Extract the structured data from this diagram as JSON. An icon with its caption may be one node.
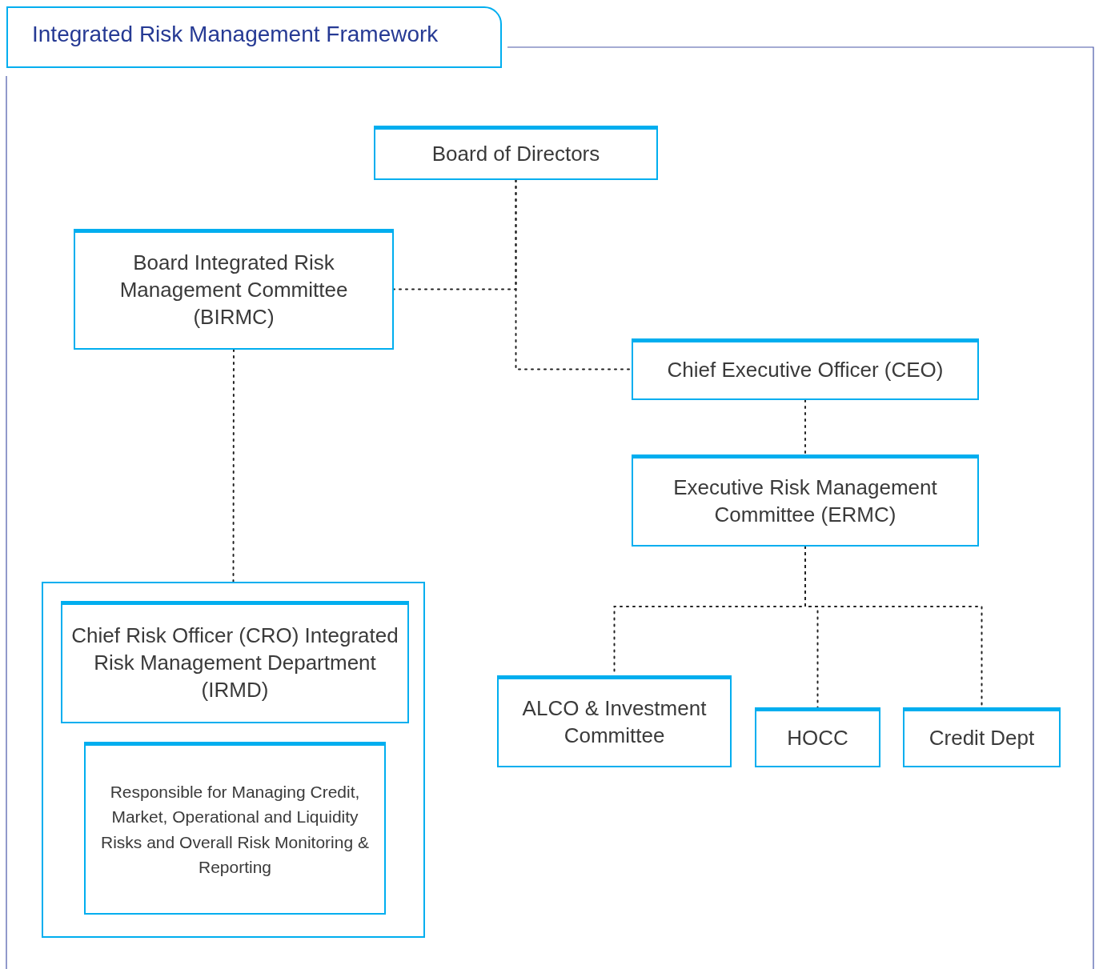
{
  "diagram": {
    "title": "Integrated Risk Management Framework",
    "nodes": [
      {
        "text": [
          "Board of Directors"
        ]
      },
      {
        "text": [
          "Board Integrated Risk Management Committee (BIRMC)"
        ]
      },
      {
        "text": [
          "Chief Executive Officer (CEO)"
        ]
      },
      {
        "text": [
          "Executive Risk Management Committee (ERMC)"
        ]
      },
      {
        "text": [],
        "shape": "box"
      },
      {
        "text": [
          "Chief Risk Officer (CRO) Integrated Risk Management Department (IRMD)"
        ],
        "in": 4
      },
      {
        "text": [
          "Responsible for Managing Credit, Market, Operational and Liquidity Risks and Overall Risk Monitoring & Reporting"
        ],
        "in": 4
      },
      {
        "text": [
          "ALCO & Investment Committee"
        ]
      },
      {
        "text": [
          "HOCC"
        ]
      },
      {
        "text": [
          "Credit Dept"
        ]
      }
    ],
    "edges": [
      {
        "from": 0,
        "to": 2,
        "arrow": "none",
        "style": "dashed"
      },
      {
        "from": 0,
        "to": 1,
        "arrow": "none",
        "style": "dashed"
      },
      {
        "from": 1,
        "to": 4,
        "arrow": "none",
        "style": "dashed"
      },
      {
        "from": 2,
        "to": 3,
        "arrow": "none",
        "style": "dashed"
      },
      {
        "from": 3,
        "to": 7,
        "arrow": "none",
        "style": "dashed"
      },
      {
        "from": 3,
        "to": 8,
        "arrow": "none",
        "style": "dashed"
      },
      {
        "from": 3,
        "to": 9,
        "arrow": "none",
        "style": "dashed"
      }
    ]
  }
}
